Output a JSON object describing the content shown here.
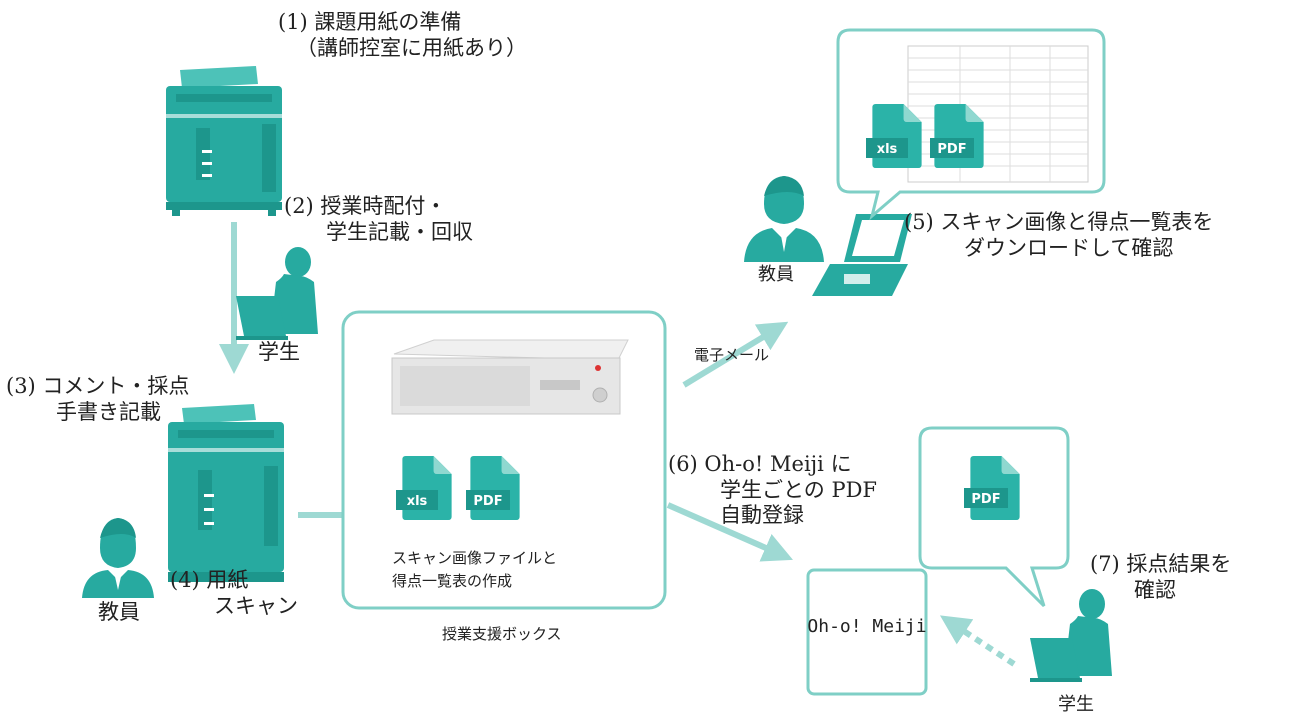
{
  "colors": {
    "accent": "#2bb3a8",
    "accent_dark": "#1d968c",
    "arrow": "#9ed9d3",
    "box_border": "#7fcfc6",
    "printer": "#27aaa0",
    "text": "#222222"
  },
  "icons": {
    "xls": "xls",
    "pdf": "PDF"
  },
  "steps": {
    "step1": [
      "(1) 課題用紙の準備",
      "（講師控室に用紙あり）"
    ],
    "step2": [
      "(2) 授業時配付・",
      "学生記載・回収"
    ],
    "step3": [
      "(3) コメント・採点",
      "手書き記載"
    ],
    "step4": [
      "(4) 用紙",
      "スキャン"
    ],
    "step5": [
      "(5) スキャン画像と得点一覧表を",
      "ダウンロードして確認"
    ],
    "step6": [
      "(6) Oh-o! Meiji に",
      "学生ごとの PDF",
      "自動登録"
    ],
    "step7": [
      "(7) 採点結果を",
      "確認"
    ]
  },
  "labels": {
    "student_top": "学生",
    "teacher_left": "教員",
    "teacher_right": "教員",
    "student_bottom": "学生",
    "email": "電子メール",
    "box_caption": [
      "スキャン画像ファイルと",
      "得点一覧表の作成"
    ],
    "box_name": "授業支援ボックス",
    "portal": "Oh-o! Meiji"
  }
}
